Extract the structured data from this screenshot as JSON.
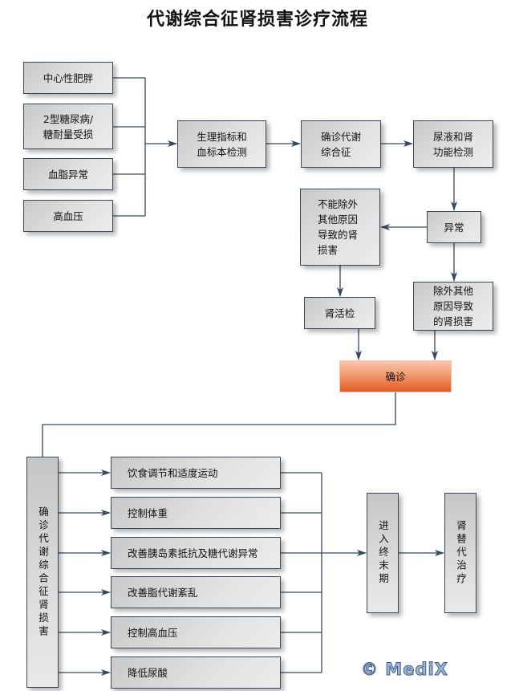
{
  "title": "代谢综合征肾损害诊疗流程",
  "colors": {
    "line": "#34495e",
    "box_fill": "#dcdcdc",
    "highlight_top": "#f9c7ae",
    "highlight_bottom": "#e15a22",
    "watermark": "#9fb6d6"
  },
  "risk_factors": [
    {
      "label": "中心性肥胖"
    },
    {
      "label": "2型糖尿病/\n糖耐量受损"
    },
    {
      "label": "血脂异常"
    },
    {
      "label": "高血压"
    }
  ],
  "steps": {
    "tests": "生理指标和\n血标本检测",
    "diagnose_ms": "确诊代谢\n综合征",
    "renal_tests": "尿液和肾\n功能检测",
    "abnormal": "异常",
    "cannot_exclude": "不能除外\n其他原因\n导致的肾\n损害",
    "biopsy": "肾活检",
    "exclude_other": "除外其他\n原因导致\n的肾损害",
    "confirm": "确诊"
  },
  "diagnosis_box": "确诊代谢综合征肾损害",
  "treatments": [
    {
      "label": "饮食调节和适度运动"
    },
    {
      "label": "控制体重"
    },
    {
      "label": "改善胰岛素抵抗及糖代谢异常"
    },
    {
      "label": "改善脂代谢紊乱"
    },
    {
      "label": "控制高血压"
    },
    {
      "label": "降低尿酸"
    }
  ],
  "end_stage": "进入终末期",
  "replacement": "肾替代治疗",
  "watermark": "© MediX"
}
